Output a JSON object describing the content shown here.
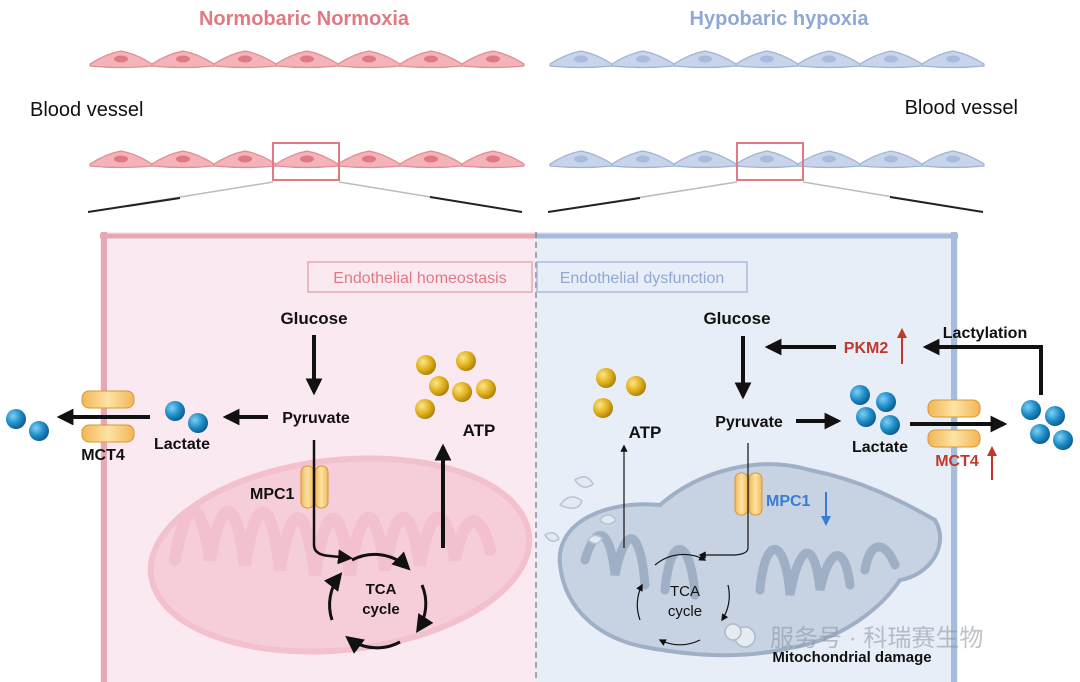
{
  "conditions": {
    "left": "Normobaric Normoxia",
    "right": "Hypobaric hypoxia"
  },
  "vessel_labels": {
    "left": "Blood vessel",
    "right": "Blood vessel"
  },
  "state_labels": {
    "left": "Endothelial homeostasis",
    "right": "Endothelial dysfunction"
  },
  "left_panel": {
    "glucose": "Glucose",
    "pyruvate": "Pyruvate",
    "lactate": "Lactate",
    "atp": "ATP",
    "mct4": "MCT4",
    "mpc1": "MPC1",
    "tca_line1": "TCA",
    "tca_line2": "cycle"
  },
  "right_panel": {
    "glucose": "Glucose",
    "pyruvate": "Pyruvate",
    "lactate": "Lactate",
    "atp": "ATP",
    "mct4": "MCT4",
    "mpc1": "MPC1",
    "pkm2": "PKM2",
    "lactylation": "Lactylation",
    "tca_line1": "TCA",
    "tca_line2": "cycle",
    "mito_damage": "Mitochondrial damage"
  },
  "watermark": "服务号 · 科瑞赛生物",
  "colors": {
    "normoxia_title": "#e07a82",
    "hypoxia_title": "#8fa8d6",
    "normoxia_bg": "#fbe9f1",
    "hypoxia_bg": "#e8eef8",
    "up_regulated": "#c0392b",
    "down_regulated": "#3a7bd5",
    "molecule_blue": "#1f8fc9",
    "atp_gold": "#e2b21c"
  }
}
